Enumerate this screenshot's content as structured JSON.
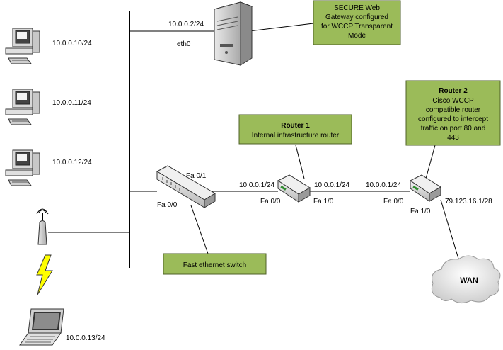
{
  "hosts": {
    "pc1": "10.0.0.10/24",
    "pc2": "10.0.0.11/24",
    "pc3": "10.0.0.12/24",
    "laptop": "10.0.0.13/24"
  },
  "gateway": {
    "ip": "10.0.0.2/24",
    "iface": "eth0",
    "callout_lines": [
      "SECURE Web",
      "Gateway configured",
      "for WCCP Transparent",
      "Mode"
    ]
  },
  "switch": {
    "port_up": "Fa 0/1",
    "port_down": "Fa 0/0",
    "callout": "Fast ethernet switch"
  },
  "router1": {
    "title": "Router 1",
    "subtitle": "Internal infrastructure router",
    "ip_left": "10.0.0.1/24",
    "ip_right": "10.0.0.1/24",
    "port_left": "Fa 0/0",
    "port_right": "Fa 1/0"
  },
  "router2": {
    "title": "Router 2",
    "callout_lines": [
      "Cisco WCCP",
      "compatible router",
      "configured to intercept",
      "traffic on port 80 and",
      "443"
    ],
    "ip_left": "10.0.0.1/24",
    "ip_wan": "79.123.16.1/28",
    "port_left": "Fa 0/0",
    "port_wan": "Fa 1/0"
  },
  "wan": {
    "label": "WAN"
  },
  "icons": [
    "desktop-pc-icon",
    "server-tower-icon",
    "switch-icon",
    "router-icon",
    "wireless-ap-icon",
    "lightning-bolt-icon",
    "laptop-icon",
    "cloud-icon"
  ],
  "colors": {
    "callout_fill": "#9bbb59",
    "callout_border": "#4f6228",
    "bolt": "#ffff00"
  }
}
